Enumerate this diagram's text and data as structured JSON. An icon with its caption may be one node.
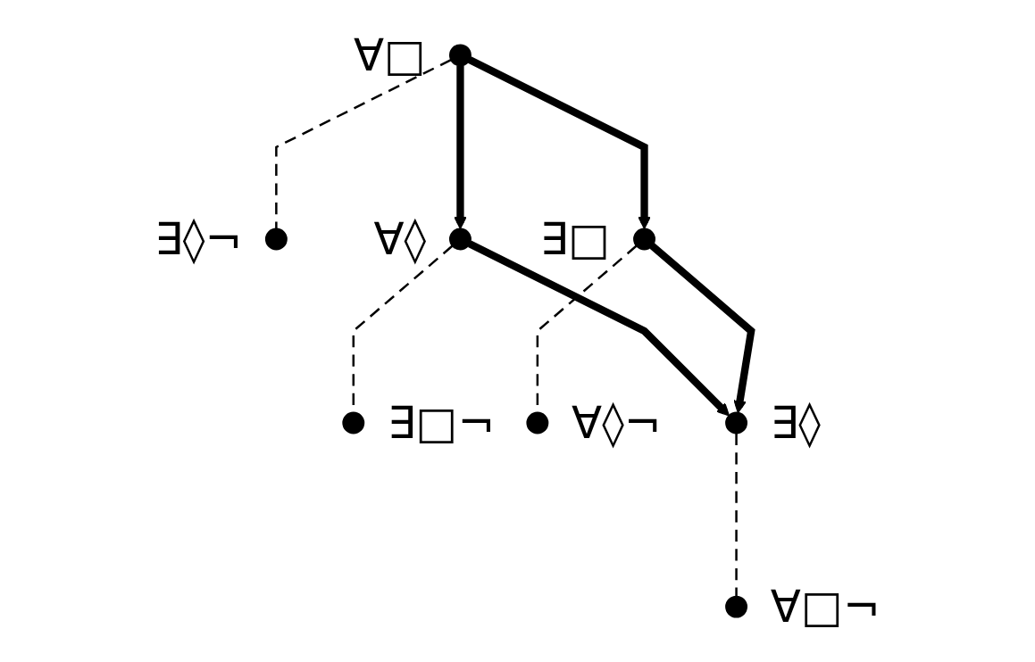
{
  "diagram": {
    "nodes": [
      {
        "text": [],
        "shape": "circle",
        "beside": [
          "∀□"
        ]
      },
      {
        "text": [],
        "shape": "circle",
        "beside": [
          "∃◊¬"
        ]
      },
      {
        "text": [],
        "shape": "circle",
        "beside": [
          "∀◊"
        ]
      },
      {
        "text": [],
        "shape": "circle",
        "beside": [
          "∃□¬"
        ]
      },
      {
        "text": [],
        "shape": "circle",
        "beside": [
          "∃□"
        ]
      },
      {
        "text": [],
        "shape": "circle",
        "beside": [
          "∀◊¬"
        ]
      },
      {
        "text": [],
        "shape": "circle",
        "beside": [
          "∃◊"
        ]
      },
      {
        "text": [],
        "shape": "circle",
        "beside": [
          "∀□¬"
        ]
      }
    ],
    "edges": [
      {
        "from": 0,
        "to": 1,
        "arrow": "none",
        "style": "dashed"
      },
      {
        "from": 0,
        "to": 2,
        "arrow": "to",
        "style": "thick"
      },
      {
        "from": 0,
        "to": 4,
        "arrow": "to",
        "style": "thick"
      },
      {
        "from": 2,
        "to": 3,
        "arrow": "none",
        "style": "dashed"
      },
      {
        "from": 4,
        "to": 5,
        "arrow": "none",
        "style": "dashed"
      },
      {
        "from": 2,
        "to": 6,
        "arrow": "to",
        "style": "thick"
      },
      {
        "from": 4,
        "to": 6,
        "arrow": "to",
        "style": "thick"
      },
      {
        "from": 6,
        "to": 7,
        "arrow": "none",
        "style": "dashed"
      }
    ]
  }
}
